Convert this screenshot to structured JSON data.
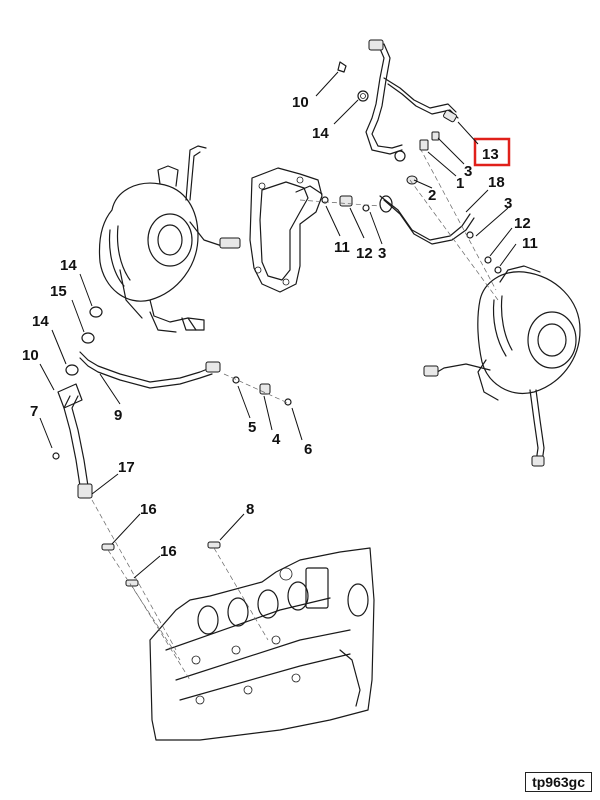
{
  "figure_id": "tp963gc",
  "highlighted_callout": "13",
  "callouts": [
    {
      "key": "c10a",
      "label": "10"
    },
    {
      "key": "c14a",
      "label": "14"
    },
    {
      "key": "c13",
      "label": "13"
    },
    {
      "key": "c3a",
      "label": "3"
    },
    {
      "key": "c1",
      "label": "1"
    },
    {
      "key": "c2",
      "label": "2"
    },
    {
      "key": "c18",
      "label": "18"
    },
    {
      "key": "c11a",
      "label": "11"
    },
    {
      "key": "c12a",
      "label": "12"
    },
    {
      "key": "c3b",
      "label": "3"
    },
    {
      "key": "c3c",
      "label": "3"
    },
    {
      "key": "c12b",
      "label": "12"
    },
    {
      "key": "c11b",
      "label": "11"
    },
    {
      "key": "c14b",
      "label": "14"
    },
    {
      "key": "c15",
      "label": "15"
    },
    {
      "key": "c14c",
      "label": "14"
    },
    {
      "key": "c10b",
      "label": "10"
    },
    {
      "key": "c9",
      "label": "9"
    },
    {
      "key": "c7",
      "label": "7"
    },
    {
      "key": "c5",
      "label": "5"
    },
    {
      "key": "c4",
      "label": "4"
    },
    {
      "key": "c6",
      "label": "6"
    },
    {
      "key": "c17",
      "label": "17"
    },
    {
      "key": "c16a",
      "label": "16"
    },
    {
      "key": "c8",
      "label": "8"
    },
    {
      "key": "c16b",
      "label": "16"
    }
  ]
}
